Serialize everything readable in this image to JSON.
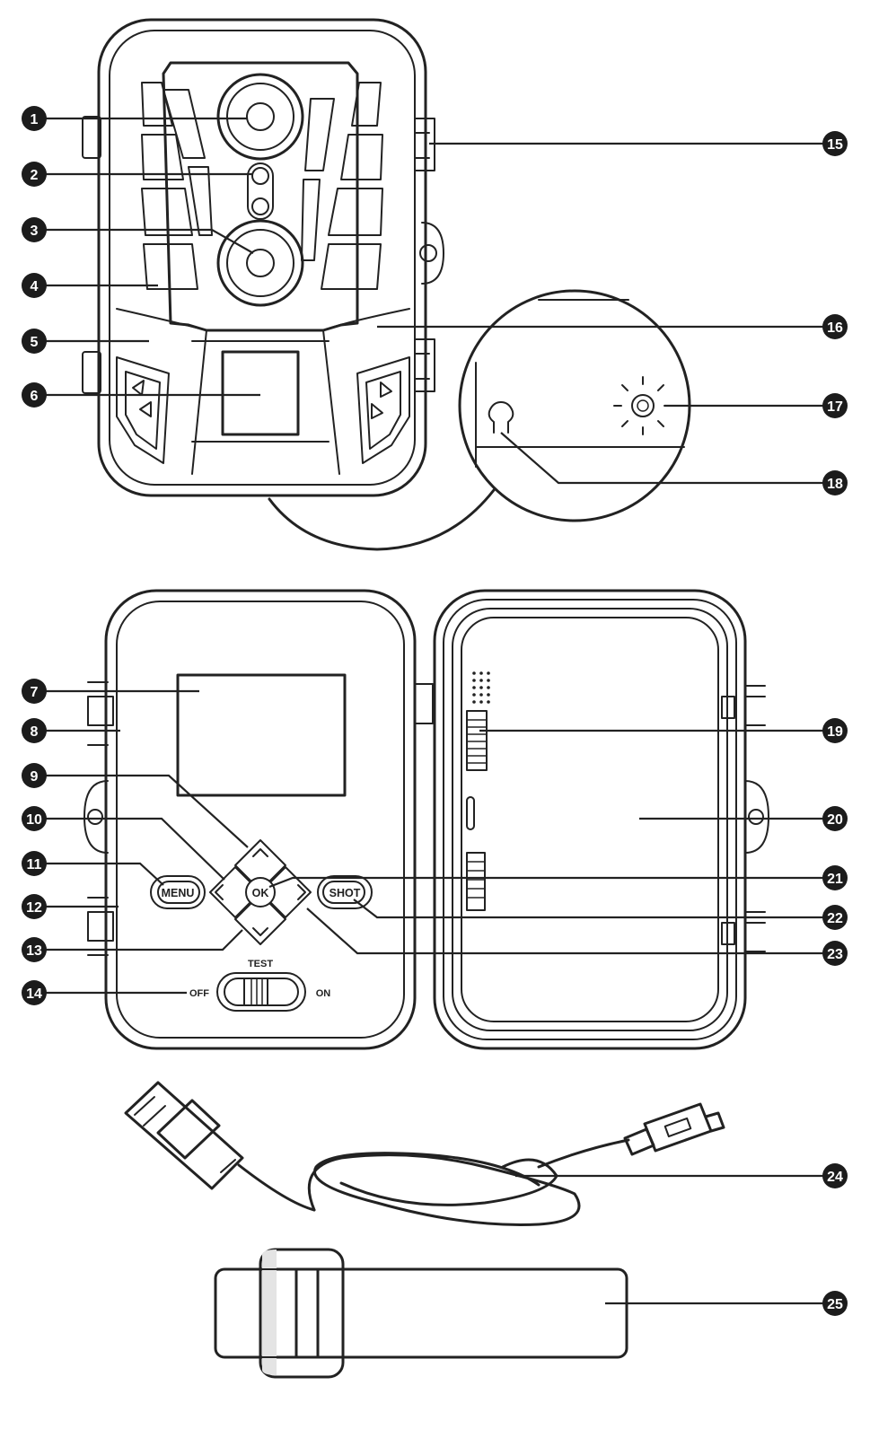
{
  "callouts": [
    "1",
    "2",
    "3",
    "4",
    "5",
    "6",
    "7",
    "8",
    "9",
    "10",
    "11",
    "12",
    "13",
    "14",
    "15",
    "16",
    "17",
    "18",
    "19",
    "20",
    "21",
    "22",
    "23",
    "24",
    "25"
  ],
  "controls": {
    "menu": "MENU",
    "ok": "OK",
    "shot": "SHOT",
    "test": "TEST",
    "off": "OFF",
    "on": "ON"
  }
}
